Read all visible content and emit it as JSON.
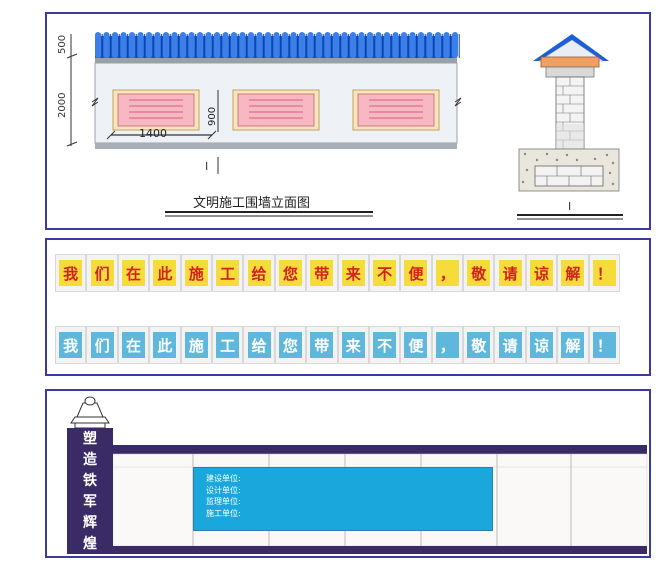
{
  "elevation": {
    "caption": "文明施工围墙立面图",
    "dim_roof": "500",
    "dim_wall": "2000",
    "dim_panel_width": "1400",
    "dim_panel_height": "900",
    "section_marker": "I"
  },
  "section": {
    "marker": "I"
  },
  "banner": {
    "chars": [
      "我",
      "们",
      "在",
      "此",
      "施",
      "工",
      "给",
      "您",
      "带",
      "来",
      "不",
      "便",
      "，",
      "敬",
      "请",
      "谅",
      "解",
      "！"
    ]
  },
  "signwall": {
    "slogan_chars": [
      "塑",
      "造",
      "铁",
      "军",
      "辉",
      "煌"
    ],
    "info_lines": [
      "建设单位:",
      "设计单位:",
      "监理单位:",
      "施工单位:"
    ]
  },
  "colors": {
    "frame": "#3a3aa0",
    "roof_blue": "#1c5fd6",
    "panel_pink": "#f7b8c4",
    "banner_yellow": "#f5dc3a",
    "banner_red_text": "#d42020",
    "banner_blue": "#5fb8dc",
    "info_blue": "#1aa8dc",
    "pillar_purple": "#3a2a66"
  }
}
